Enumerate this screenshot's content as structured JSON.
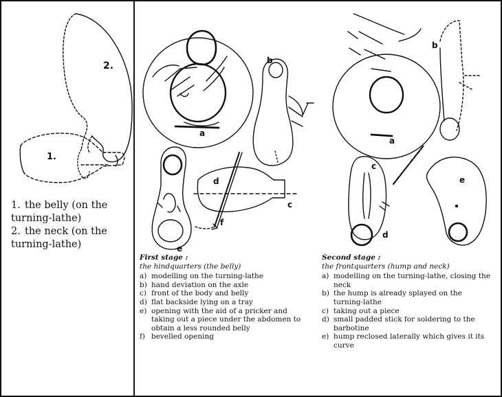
{
  "left_panel": {
    "figure_labels": {
      "belly": "1.",
      "neck": "2."
    },
    "legend": [
      {
        "num": "1.",
        "text": "the belly (on the turning-lathe)"
      },
      {
        "num": "2.",
        "text": "the neck (on the turning-lathe)"
      }
    ]
  },
  "first_stage": {
    "title": "First stage :",
    "subtitle": "the hindquarters (the belly)",
    "figure_labels": {
      "a": "a",
      "b": "b",
      "c": "c",
      "d": "d",
      "e": "e",
      "f": "f"
    },
    "items": [
      {
        "key": "a)",
        "text": "modelling on the turning-lathe"
      },
      {
        "key": "b)",
        "text": "hand deviation on the axle"
      },
      {
        "key": "c)",
        "text": "front of the body and belly"
      },
      {
        "key": "d)",
        "text": "flat backside lying on a tray"
      },
      {
        "key": "e)",
        "text": "opening with the aid of a pricker and taking out a piece under the abdomen to obtain a less rounded belly"
      },
      {
        "key": "f)",
        "text": "bevelled opening"
      }
    ]
  },
  "second_stage": {
    "title": "Second stage :",
    "subtitle": "the frontquarters (hump and neck)",
    "figure_labels": {
      "a": "a",
      "b": "b",
      "c": "c",
      "d": "d",
      "e": "e"
    },
    "items": [
      {
        "key": "a)",
        "text": "modelling on the turning-lathe, closing the neck"
      },
      {
        "key": "b)",
        "text": "the hump is already splayed on the turning-lathe"
      },
      {
        "key": "c)",
        "text": "taking out a piece"
      },
      {
        "key": "d)",
        "text": "small padded stick for soldering to the barbotine"
      },
      {
        "key": "e)",
        "text": "hump reclosed laterally which gives it its curve"
      }
    ]
  }
}
